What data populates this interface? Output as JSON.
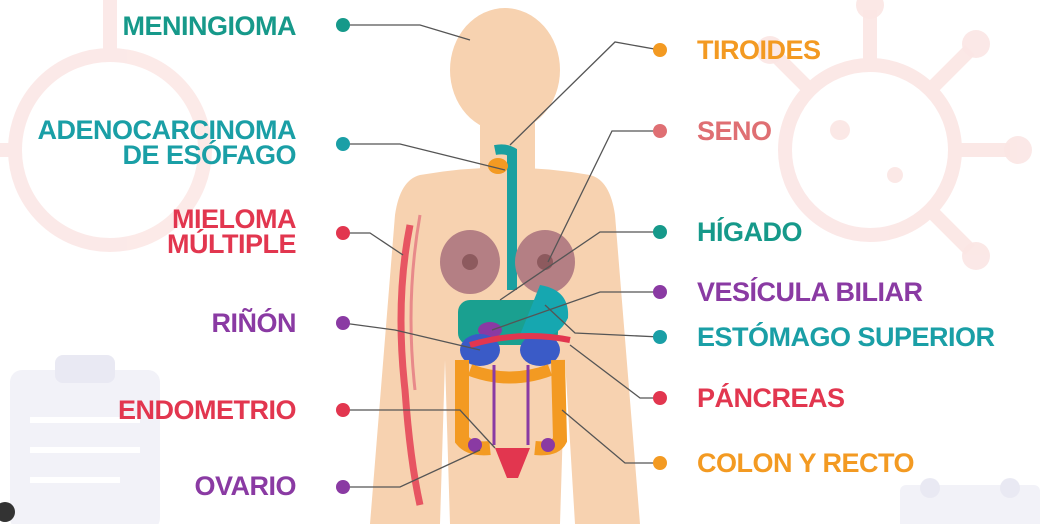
{
  "colors": {
    "green": "#16998a",
    "teal": "#1a9fa6",
    "red": "#e2364f",
    "purple": "#8a3aa3",
    "orange": "#f39a22",
    "rose": "#df6f73",
    "skin": "#f7d2b0"
  },
  "labels": {
    "meningioma": "MENINGIOMA",
    "adenocarcinoma_1": "ADENOCARCINOMA",
    "adenocarcinoma_2": "DE ESÓFAGO",
    "mieloma_1": "MIELOMA",
    "mieloma_2": "MÚLTIPLE",
    "rinon": "RIÑÓN",
    "endometrio": "ENDOMETRIO",
    "ovario": "OVARIO",
    "tiroides": "TIROIDES",
    "seno": "SENO",
    "higado": "HÍGADO",
    "vesicula": "VESÍCULA BILIAR",
    "estomago": "ESTÓMAGO SUPERIOR",
    "pancreas": "PÁNCREAS",
    "colon": "COLON Y RECTO"
  },
  "icons": [
    "virus-icon",
    "clipboard-icon",
    "calendar-icon",
    "body-figure-icon"
  ]
}
